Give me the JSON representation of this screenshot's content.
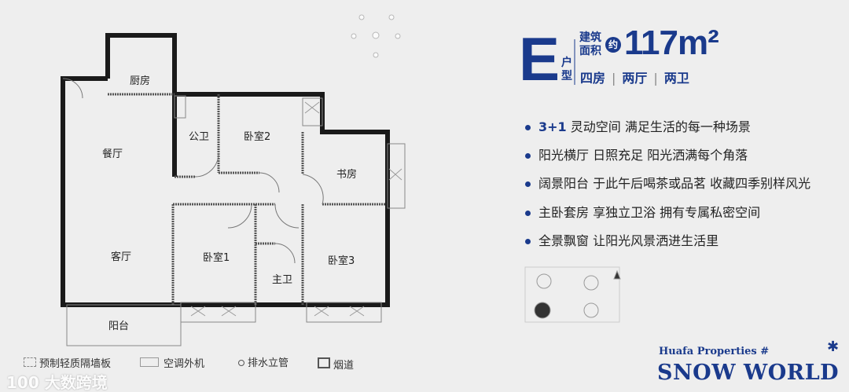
{
  "header": {
    "unit_letter": "E",
    "unit_suffix": "户型",
    "area_label": "建筑面积",
    "approx": "约",
    "area_value": "117m²",
    "layout": [
      "四房",
      "两厅",
      "两卫"
    ]
  },
  "bullets": [
    {
      "highlight": "3+1",
      "text": " 灵动空间 满足生活的每一种场景"
    },
    {
      "highlight": "",
      "text": "阳光横厅 日照充足 阳光洒满每个角落"
    },
    {
      "highlight": "",
      "text": "阔景阳台 于此午后喝茶或品茗 收藏四季别样风光"
    },
    {
      "highlight": "",
      "text": "主卧套房 享独立卫浴 拥有专属私密空间"
    },
    {
      "highlight": "",
      "text": "全景飘窗 让阳光风景洒进生活里"
    }
  ],
  "rooms": {
    "kitchen": "厨房",
    "dining": "餐厅",
    "public_bath": "公卫",
    "bedroom2": "卧室2",
    "study": "书房",
    "living": "客厅",
    "bedroom1": "卧室1",
    "master_bath": "主卫",
    "bedroom3": "卧室3",
    "balcony": "阳台"
  },
  "legend": [
    "预制轻质隔墙板",
    "空调外机",
    "排水立管",
    "烟道"
  ],
  "brand": {
    "line1": "Huafa Properties #",
    "line2": "SNOW WORLD"
  },
  "watermark": "100 大数跨境",
  "colors": {
    "brand_blue": "#1a3a8c",
    "wall": "#1a1a1a",
    "background": "#eeeeee"
  }
}
